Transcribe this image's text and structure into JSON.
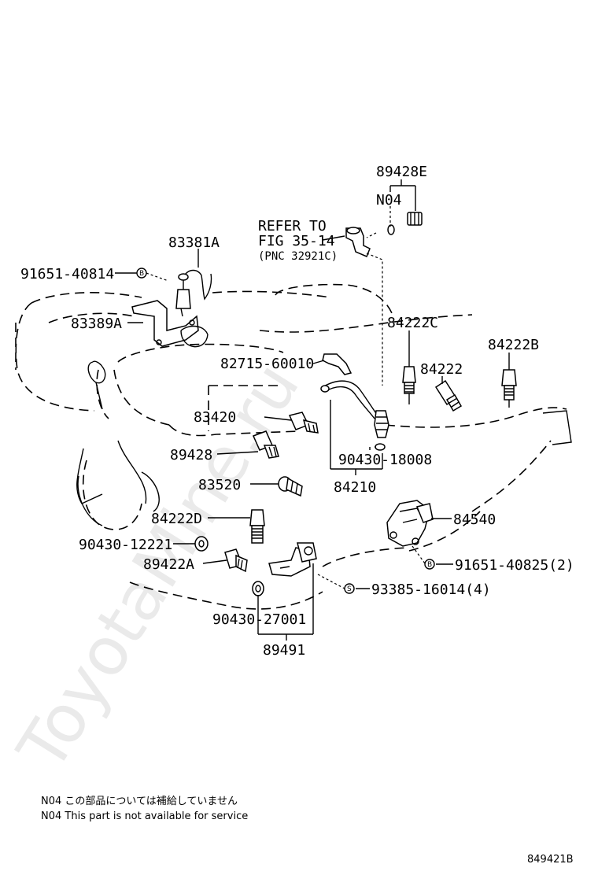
{
  "watermark": "ToyotaMine.ru",
  "reference": {
    "line1": "REFER TO",
    "line2": "FIG 35-14",
    "line3": "(PNC 32921C)"
  },
  "callouts": {
    "p89428E": "89428E",
    "N04": "N04",
    "p83381A": "83381A",
    "p91651_40814": "91651-40814",
    "p83389A": "83389A",
    "p84222C": "84222C",
    "p84222B": "84222B",
    "p84222": "84222",
    "p82715_60010": "82715-60010",
    "p83420": "83420",
    "p89428": "89428",
    "p90430_18008": "90430-18008",
    "p83520": "83520",
    "p84210": "84210",
    "p84222D": "84222D",
    "p84540": "84540",
    "p90430_12221": "90430-12221",
    "p89422A": "89422A",
    "p91651_40825": "91651-40825(2)",
    "p93385_16014": "93385-16014(4)",
    "p90430_27001": "90430-27001",
    "p89491": "89491"
  },
  "badges": {
    "bolt": "B",
    "screw": "S"
  },
  "notes": {
    "jp": "N04 この部品については補給していません",
    "en": "N04 This part is not available for service"
  },
  "diagram_id": "849421B"
}
